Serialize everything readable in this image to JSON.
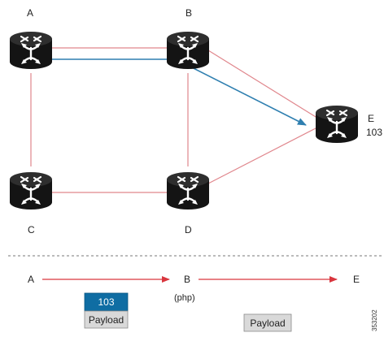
{
  "colors": {
    "link": "#e0868c",
    "path": "#d9363e",
    "mpls_path": "#2f7fb0",
    "router": "#141414",
    "label_box": "#0f6da3",
    "payload_box": "#d9d9d9",
    "separator": "#777777"
  },
  "routers": {
    "a": {
      "label": "A",
      "icon": "router-icon"
    },
    "b": {
      "label": "B",
      "icon": "router-icon"
    },
    "c": {
      "label": "C",
      "icon": "router-icon"
    },
    "d": {
      "label": "D",
      "icon": "router-icon"
    },
    "e": {
      "label": "E",
      "sublabel": "103",
      "icon": "router-icon"
    }
  },
  "sequence": {
    "a": "A",
    "b": "B",
    "b_note": "(php)",
    "e": "E"
  },
  "packet_before": {
    "label": "103",
    "payload": "Payload"
  },
  "packet_after": {
    "payload": "Payload"
  },
  "figure_id": "353202"
}
